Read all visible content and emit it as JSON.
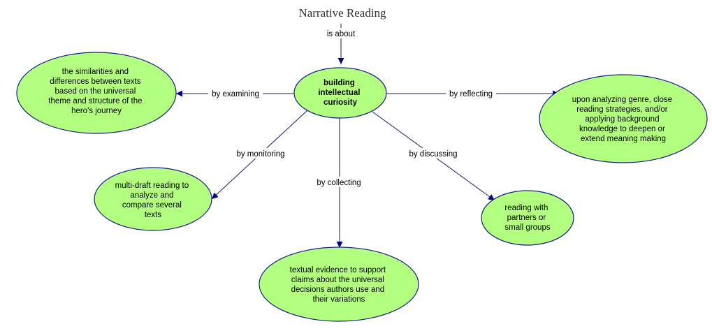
{
  "colors": {
    "node_fill": "#b3ff80",
    "node_stroke": "#1a1a8c",
    "edge": "#1a1a66",
    "arrow": "#000080"
  },
  "title": "Narrative Reading",
  "root_link": "is about",
  "center": {
    "lines": [
      "building",
      "intellectual",
      "curiosity"
    ]
  },
  "nodes": {
    "similarities": {
      "lines": [
        "the similarities and",
        "differences between texts",
        "based on the universal",
        "theme and structure of the",
        "hero's journey"
      ]
    },
    "reflecting": {
      "lines": [
        "upon analyzing genre, close",
        "reading strategies, and/or",
        "applying background",
        "knowledge to deepen or",
        "extend meaning making"
      ]
    },
    "multidraft": {
      "lines": [
        "multi-draft reading to",
        "analyze and",
        "compare several",
        "texts"
      ]
    },
    "evidence": {
      "lines": [
        "textual evidence to support",
        "claims about the universal",
        "decisions authors use and",
        "their variations"
      ]
    },
    "partners": {
      "lines": [
        "reading with",
        "partners or",
        "small groups"
      ]
    }
  },
  "links": {
    "examining": "by examining",
    "reflecting": "by reflecting",
    "monitoring": "by monitoring",
    "collecting": "by collecting",
    "discussing": "by discussing"
  }
}
